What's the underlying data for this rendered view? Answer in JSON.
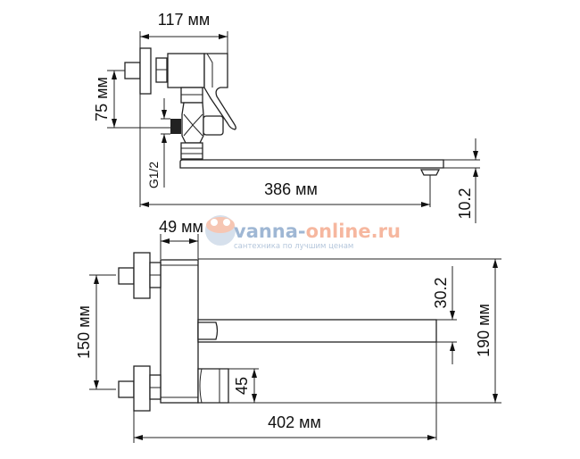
{
  "top_view": {
    "width_label": "117 мм",
    "height_label": "75 мм",
    "thread_label": "G1/2",
    "spout_length_label": "386 мм",
    "aerator_label": "10.2"
  },
  "front_view": {
    "body_width_label": "49 мм",
    "spacing_label": "150 мм",
    "spout_height_label": "30.2",
    "total_height_label": "190 мм",
    "outlet_label": "45",
    "total_length_label": "402 мм"
  },
  "watermark": {
    "brand_a": "vanna-",
    "brand_b": "online.ru",
    "tagline": "сантехника по лучшим ценам",
    "colors": {
      "blue": "#7f9fc6",
      "orange": "#f4a07f"
    }
  }
}
